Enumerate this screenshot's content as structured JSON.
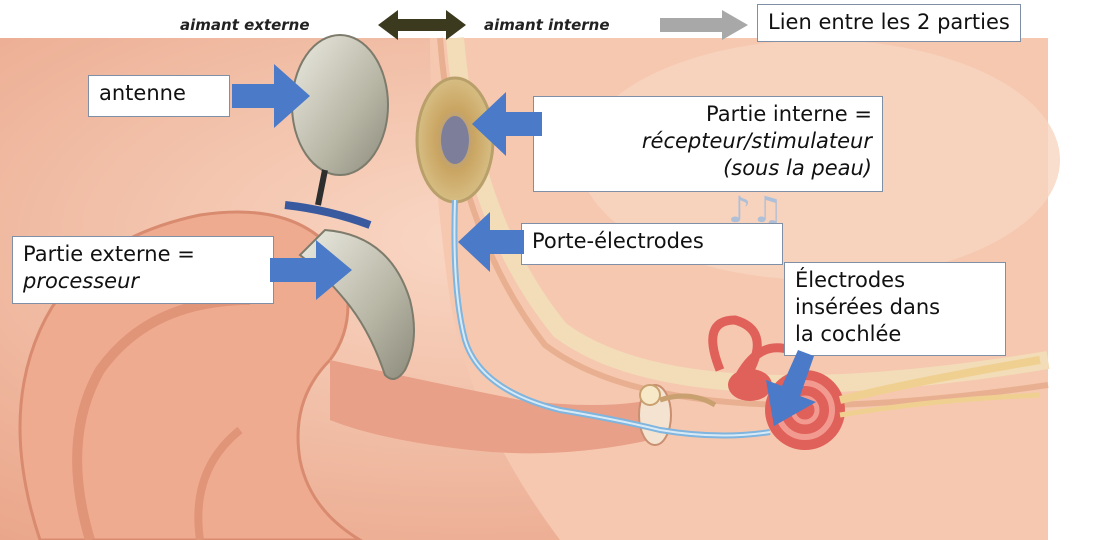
{
  "legend": {
    "external_magnet": "aimant externe",
    "internal_magnet": "aimant interne",
    "link": "Lien entre les 2 parties"
  },
  "labels": {
    "antenna": "antenne",
    "internal_part_line1": "Partie interne =",
    "internal_part_line2": "récepteur/stimulateur",
    "internal_part_line3": "(sous la peau)",
    "external_part_line1": "Partie externe =",
    "external_part_line2": "processeur",
    "electrode_holder": "Porte-électrodes",
    "electrodes_line1": "Électrodes",
    "electrodes_line2": "insérées dans",
    "electrodes_line3": "la cochlée"
  },
  "colors": {
    "pointer_arrow": "#4a7ac8",
    "double_arrow": "#3b3a1f",
    "link_arrow": "#a8a8a8",
    "skin": "#f3b89a",
    "ear_canal": "#e8a088",
    "cochlea": "#e0605a"
  }
}
